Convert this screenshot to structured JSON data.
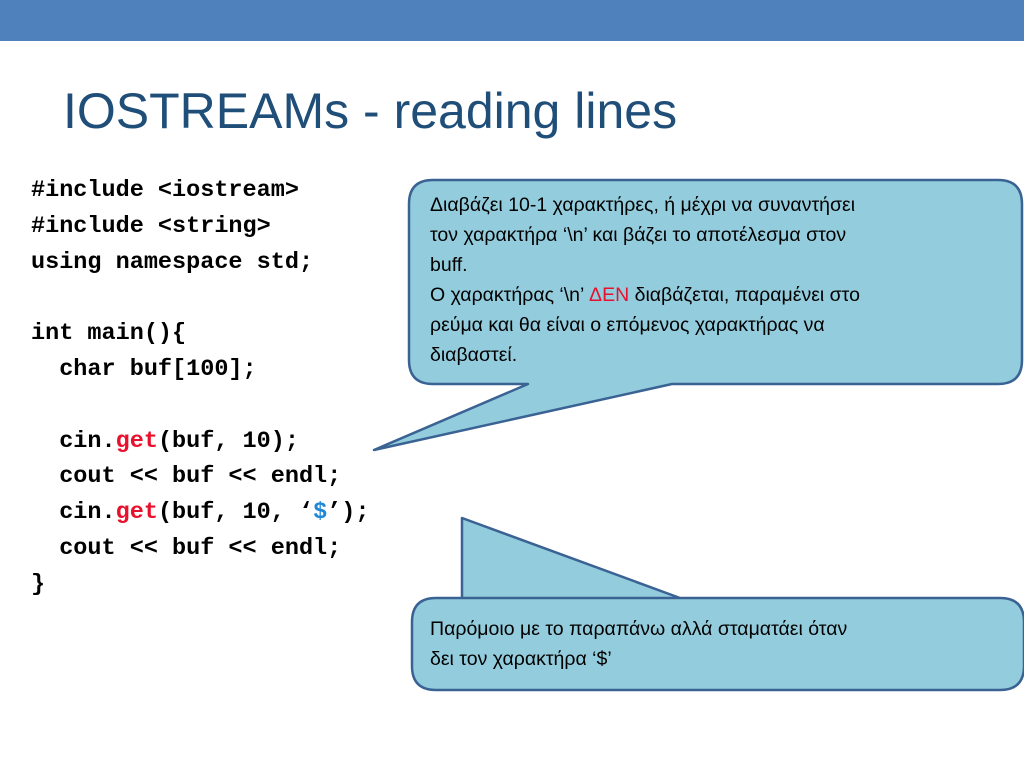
{
  "slide": {
    "title": "IOSTREAMs - reading lines",
    "accent_color": "#4f81bd",
    "callout_fill": "#93cddd",
    "callout_stroke": "#3a6394"
  },
  "code": {
    "line1": "#include <iostream>",
    "line2": "#include <string>",
    "line3": "using namespace std;",
    "line4": "int main(){",
    "line5": "  char buf[100];",
    "line6_pre": "  cin.",
    "line6_kw": "get",
    "line6_post": "(buf, 10);",
    "line7": "  cout << buf << endl;",
    "line8_pre": "  cin.",
    "line8_kw": "get",
    "line8_mid": "(buf, 10, ‘",
    "line8_sym": "$",
    "line8_post": "’);",
    "line9": "  cout << buf << endl;",
    "line10": "}"
  },
  "callout1": {
    "line1": "Διαβάζει 10-1 χαρακτήρες, ή μέχρι να συναντήσει",
    "line2": "τον χαρακτήρα ‘\\n’ και βάζει το αποτέλεσμα στον",
    "line3": "buff.",
    "line4_pre": "Ο χαρακτήρας ‘\\n’ ",
    "line4_den": "ΔΕΝ",
    "line4_post": " διαβάζεται, παραμένει στο",
    "line5": "ρεύμα και θα είναι ο επόμενος χαρακτήρας να",
    "line6": "διαβαστεί."
  },
  "callout2": {
    "line1": "Παρόμοιο με το παραπάνω αλλά σταματάει όταν",
    "line2": "δει τον χαρακτήρα ‘$’"
  }
}
